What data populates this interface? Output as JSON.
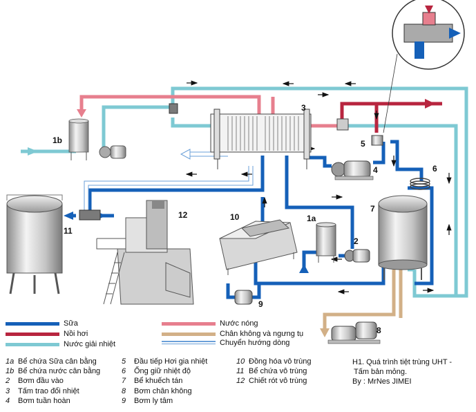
{
  "diagram": {
    "component_numbers": [
      "1b",
      "3",
      "4",
      "5",
      "6",
      "7",
      "11",
      "12",
      "10",
      "1a",
      "2",
      "8",
      "9"
    ]
  },
  "legend": [
    {
      "label": "Sữa",
      "color": "#1560b8",
      "style": "solid"
    },
    {
      "label": "Nồi hơi",
      "color": "#b8253f",
      "style": "solid"
    },
    {
      "label": "Nước giải nhiệt",
      "color": "#7ec9d3",
      "style": "solid"
    },
    {
      "label": "Nước nóng",
      "color": "#e77f8e",
      "style": "solid"
    },
    {
      "label": "Chân không và ngưng tụ",
      "color": "#d2b087",
      "style": "solid"
    },
    {
      "label": "Chuyển hướng dòng",
      "color": "#6a9fd8",
      "style": "double"
    }
  ],
  "key_columns": [
    [
      {
        "num": "1a",
        "text": "Bể chứa Sữa cân bằng"
      },
      {
        "num": "1b",
        "text": "Bể chứa nước cân bằng"
      },
      {
        "num": "2",
        "text": "Bơm đầu vào"
      },
      {
        "num": "3",
        "text": "Tấm trao đổi nhiệt"
      },
      {
        "num": "4",
        "text": "Bơm tuần hoàn"
      }
    ],
    [
      {
        "num": "5",
        "text": "Đầu tiếp Hơi gia nhiệt"
      },
      {
        "num": "6",
        "text": "Ống giữ nhiệt độ"
      },
      {
        "num": "7",
        "text": "Bể khuếch tán"
      },
      {
        "num": "8",
        "text": "Bơm chân không"
      },
      {
        "num": "9",
        "text": "Bơm ly tâm"
      }
    ],
    [
      {
        "num": "10",
        "text": "Đồng hóa vô trùng"
      },
      {
        "num": "11",
        "text": "Bể chứa vô trùng"
      },
      {
        "num": "12",
        "text": "Chiết rót vô trùng"
      }
    ]
  ],
  "caption": {
    "line1": "H1. Quá trình tiệt trùng UHT -",
    "line2": "Tấm bản mỏng.",
    "line3": "By : MrNes JIMEI"
  }
}
